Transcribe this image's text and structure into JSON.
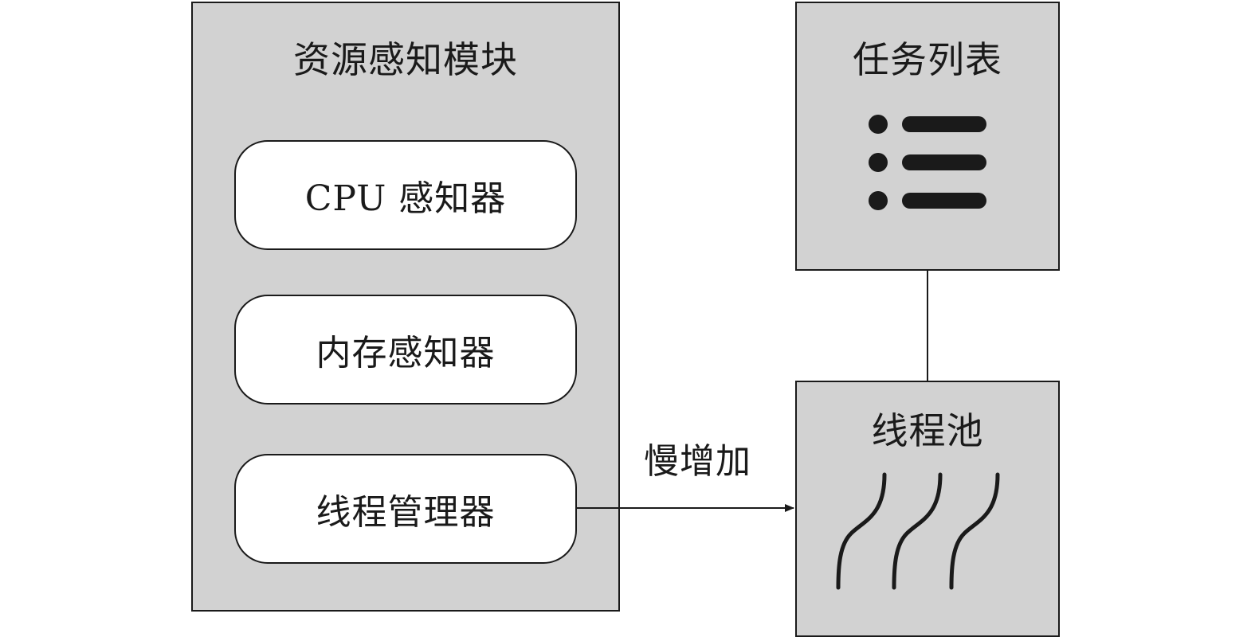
{
  "resource_module": {
    "title": "资源感知模块",
    "components": [
      {
        "label": "CPU 感知器"
      },
      {
        "label": "内存感知器"
      },
      {
        "label": "线程管理器"
      }
    ]
  },
  "task_list": {
    "title": "任务列表",
    "icon": "list-icon"
  },
  "thread_pool": {
    "title": "线程池",
    "icon": "threads-icon"
  },
  "edges": {
    "manager_to_pool_label": "慢增加"
  },
  "colors": {
    "panel_fill": "#d2d2d2",
    "box_fill": "#ffffff",
    "stroke": "#1a1a1a"
  }
}
